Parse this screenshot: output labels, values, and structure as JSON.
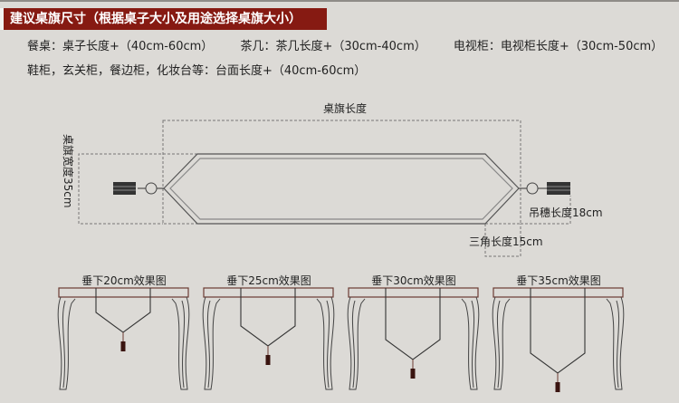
{
  "header": {
    "title": "建议桌旗尺寸（根据桌子大小及用途选择桌旗大小）"
  },
  "sizes": {
    "line1": [
      "餐桌：桌子长度+（40cm-60cm）",
      "茶几：茶几长度+（30cm-40cm）",
      "电视柜：电视柜长度+（30cm-50cm）"
    ],
    "line2": "鞋柜，玄关柜，餐边柜，化妆台等：台面长度+（40cm-60cm）"
  },
  "diagram": {
    "length_label": "桌旗长度",
    "width_label": "桌旗宽度35cm",
    "tassel_label": "吊穗长度18cm",
    "triangle_label": "三角长度15cm"
  },
  "effects": [
    {
      "label": "垂下20cm效果图",
      "drop_cm": 20
    },
    {
      "label": "垂下25cm效果图",
      "drop_cm": 25
    },
    {
      "label": "垂下30cm效果图",
      "drop_cm": 30
    },
    {
      "label": "垂下35cm效果图",
      "drop_cm": 35
    }
  ],
  "colors": {
    "header_bg": "#861a12",
    "table_edge": "#6b3a32",
    "tassel": "#3a1410"
  }
}
